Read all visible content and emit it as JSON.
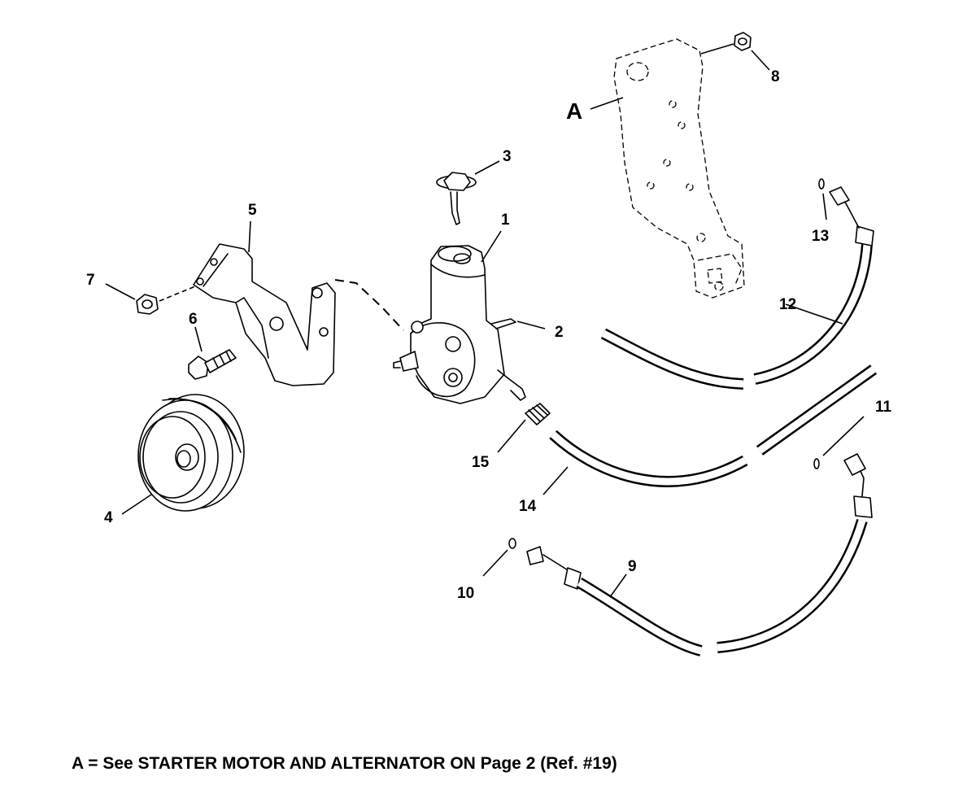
{
  "diagram": {
    "callouts": [
      {
        "id": "1",
        "label": "1"
      },
      {
        "id": "2",
        "label": "2"
      },
      {
        "id": "3",
        "label": "3"
      },
      {
        "id": "4",
        "label": "4"
      },
      {
        "id": "5",
        "label": "5"
      },
      {
        "id": "6",
        "label": "6"
      },
      {
        "id": "7",
        "label": "7"
      },
      {
        "id": "8",
        "label": "8"
      },
      {
        "id": "9",
        "label": "9"
      },
      {
        "id": "10",
        "label": "10"
      },
      {
        "id": "11",
        "label": "11"
      },
      {
        "id": "12",
        "label": "12"
      },
      {
        "id": "13",
        "label": "13"
      },
      {
        "id": "14",
        "label": "14"
      },
      {
        "id": "15",
        "label": "15"
      },
      {
        "id": "A",
        "label": "A"
      }
    ],
    "footnote": "A = See STARTER MOTOR AND ALTERNATOR ON Page 2 (Ref. #19)"
  }
}
